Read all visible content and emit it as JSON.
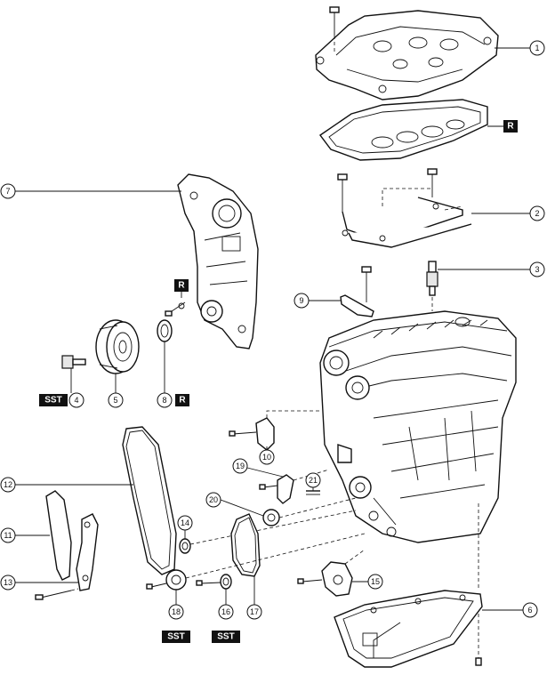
{
  "callouts": [
    "1",
    "2",
    "3",
    "4",
    "5",
    "6",
    "7",
    "8",
    "9",
    "10",
    "11",
    "12",
    "13",
    "14",
    "15",
    "16",
    "17",
    "18",
    "19",
    "20",
    "21"
  ],
  "badges": {
    "r": "R",
    "sst": "SST"
  }
}
